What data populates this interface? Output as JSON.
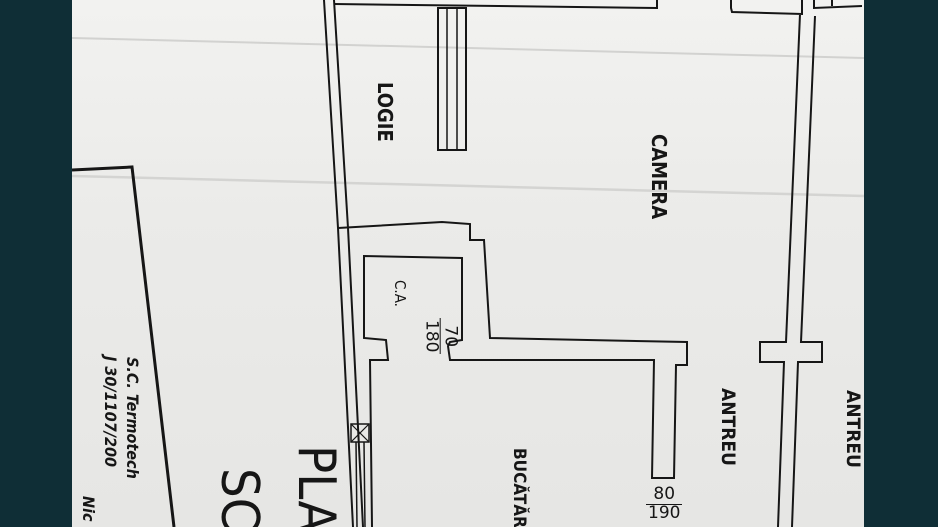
{
  "rooms": {
    "logie": "LOGIE",
    "camera": "CAMERA",
    "antreu_1": "ANTREU",
    "antreu_2": "ANTREU",
    "ca": "C.A.",
    "bucatarie": "BUCĂTĂR"
  },
  "openings": {
    "ca_door": {
      "numerator": "70",
      "denominator": "180"
    },
    "antreu_door": {
      "numerator": "80",
      "denominator": "190"
    }
  },
  "title": {
    "line1": "PLA",
    "line2": "SC"
  },
  "company": {
    "name": "S.C. Termotech",
    "registration": "J 30/1107/200",
    "extra": "Nic"
  },
  "colors": {
    "background": "#0f2e36",
    "paper": "#ececea",
    "ink": "#161616"
  }
}
